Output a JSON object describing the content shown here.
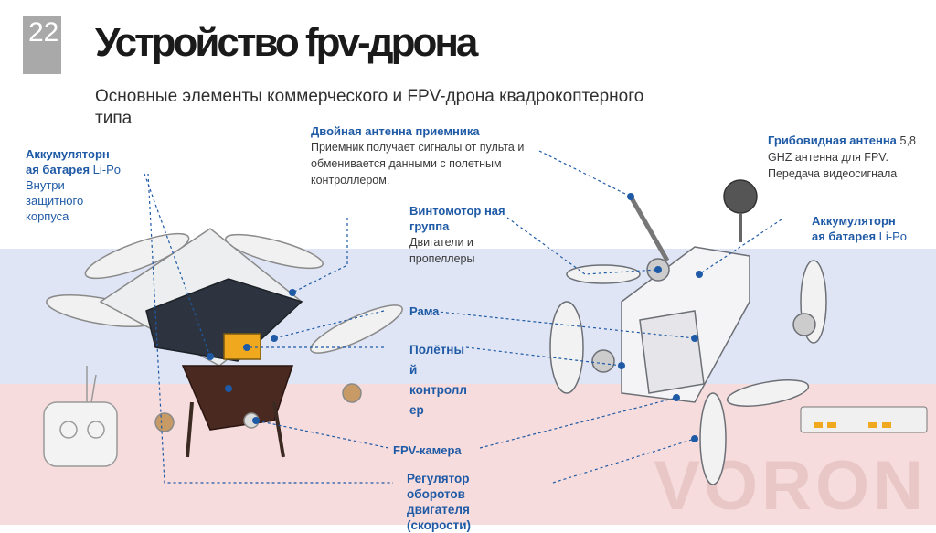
{
  "slide": {
    "number": "22",
    "title": "Устройство fpv-дрона",
    "subtitle": "Основные элементы коммерческого и FPV-дрона квадрокоптерного типа"
  },
  "labels": {
    "battery_left_title": "Аккумуляторн ая батарея",
    "battery_left_sub": "Li-Po Внутри защитного корпуса",
    "dual_antenna_title": "Двойная антенна приемника",
    "dual_antenna_desc": "Приемник получает сигналы от пульта и обменивается данными с полетным контроллером.",
    "mushroom_title": "Грибовидная антенна",
    "mushroom_sub": "5,8 GHZ антенна для FPV. Передача видеосигнала",
    "battery_right_title": "Аккумуляторн ая батарея",
    "battery_right_sub": "Li-Po",
    "motor_group_title": "Винтомотор ная группа",
    "motor_group_sub": "Двигатели и пропеллеры",
    "frame": "Рама",
    "flight_controller": "Полётны й контролл ер",
    "fpv_camera": "FPV-камера",
    "esc": "Регулятор оборотов двигателя (скорости)"
  },
  "watermark": "VORON",
  "colors": {
    "accent": "#1f5aa6",
    "band_blue": "#dfe5f4",
    "band_red": "#f6dcdc"
  }
}
